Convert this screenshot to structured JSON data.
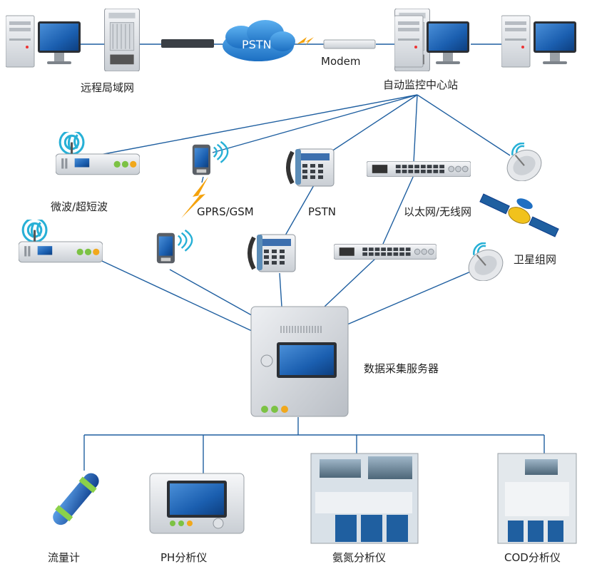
{
  "labels": {
    "pstn_cloud": "PSTN",
    "modem": "Modem",
    "remote_lan": "远程局域网",
    "center": "自动监控中心站",
    "microwave": "微波/超短波",
    "gprs": "GPRS/GSM",
    "pstn": "PSTN",
    "ethernet": "以太网/无线网",
    "satellite": "卫星组网",
    "server": "数据采集服务器",
    "flowmeter": "流量计",
    "ph": "PH分析仪",
    "ammonia": "氨氮分析仪",
    "cod": "COD分析仪"
  },
  "colors": {
    "link": "#1f5fa0",
    "lightning": "#f4a20c",
    "cloud": "#2f8ad6",
    "screen": "#1b5fb0",
    "device_body": "#e9ecef"
  }
}
